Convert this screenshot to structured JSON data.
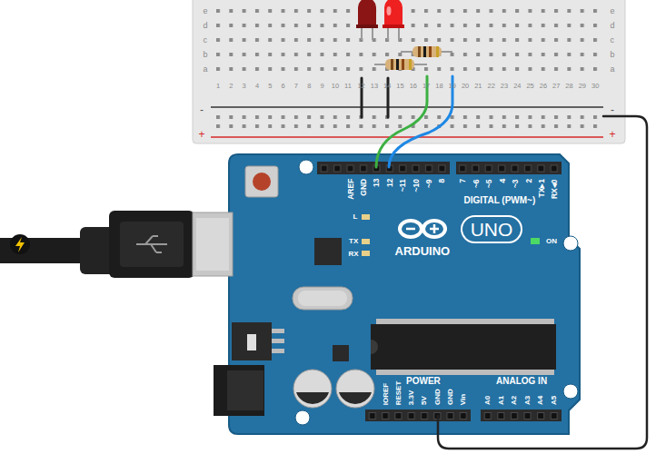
{
  "diagram": {
    "nodes": [
      {
        "text": [
          "UNO"
        ]
      }
    ],
    "labels": [
      "e",
      "d",
      "c",
      "b",
      "a",
      "e",
      "d",
      "c",
      "b",
      "a",
      "1",
      "2",
      "3",
      "4",
      "5",
      "6",
      "7",
      "8",
      "9",
      "10",
      "11",
      "12",
      "13",
      "14",
      "15",
      "16",
      "17",
      "18",
      "19",
      "20",
      "21",
      "22",
      "23",
      "24",
      "25",
      "26",
      "27",
      "28",
      "29",
      "30",
      "-",
      "+",
      "-",
      "+",
      "AREF",
      "GND",
      "13",
      "12",
      "~11",
      "~10",
      "~9",
      "8",
      "7",
      "~6",
      "~5",
      "4",
      "~3",
      "2",
      "TX▸1",
      "RX◂0",
      "DIGITAL (PWM~)",
      "L",
      "TX",
      "RX",
      "ARDUINO",
      "ON",
      "POWER",
      "ANALOG IN",
      "IOREF",
      "RESET",
      "3.3V",
      "5V",
      "GND",
      "GND",
      "Vin",
      "A0",
      "A1",
      "A2",
      "A3",
      "A4",
      "A5"
    ]
  }
}
